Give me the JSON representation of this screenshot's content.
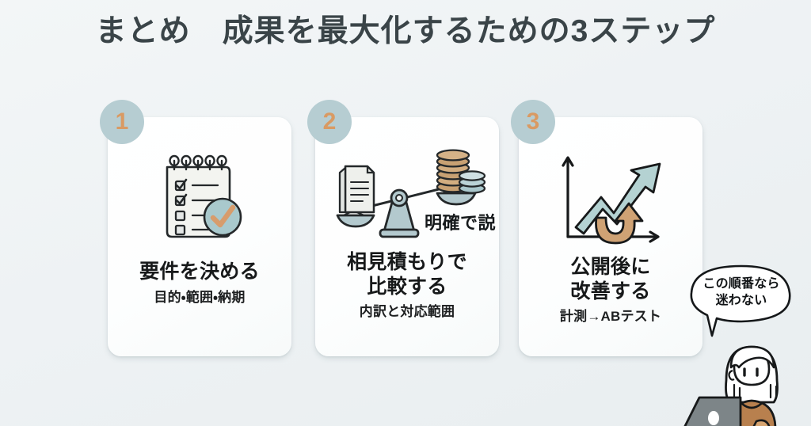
{
  "slide": {
    "title": "まとめ　成果を最大化するための3ステップ",
    "background_color": "#eef2f4",
    "title_color": "#3a4448",
    "accent_teal": "#b6cdd2",
    "accent_tan": "#d99a63"
  },
  "cards": [
    {
      "badge": "1",
      "title": "要件を決める",
      "subtitle": "目的・範囲・納期",
      "icon": "checklist-notepad-icon"
    },
    {
      "badge": "2",
      "title": "相見積もりで\n比較する",
      "subtitle": "内訳と対応範囲",
      "icon": "balance-scale-icon",
      "overlay_caption": "明確で説"
    },
    {
      "badge": "3",
      "title": "公開後に\n改善する",
      "subtitle": "計測→ABテスト",
      "icon": "growth-chart-icon"
    }
  ],
  "speech_bubble": {
    "text": "この順番なら\n迷わない"
  },
  "character": {
    "name": "person-with-laptop-illustration"
  }
}
